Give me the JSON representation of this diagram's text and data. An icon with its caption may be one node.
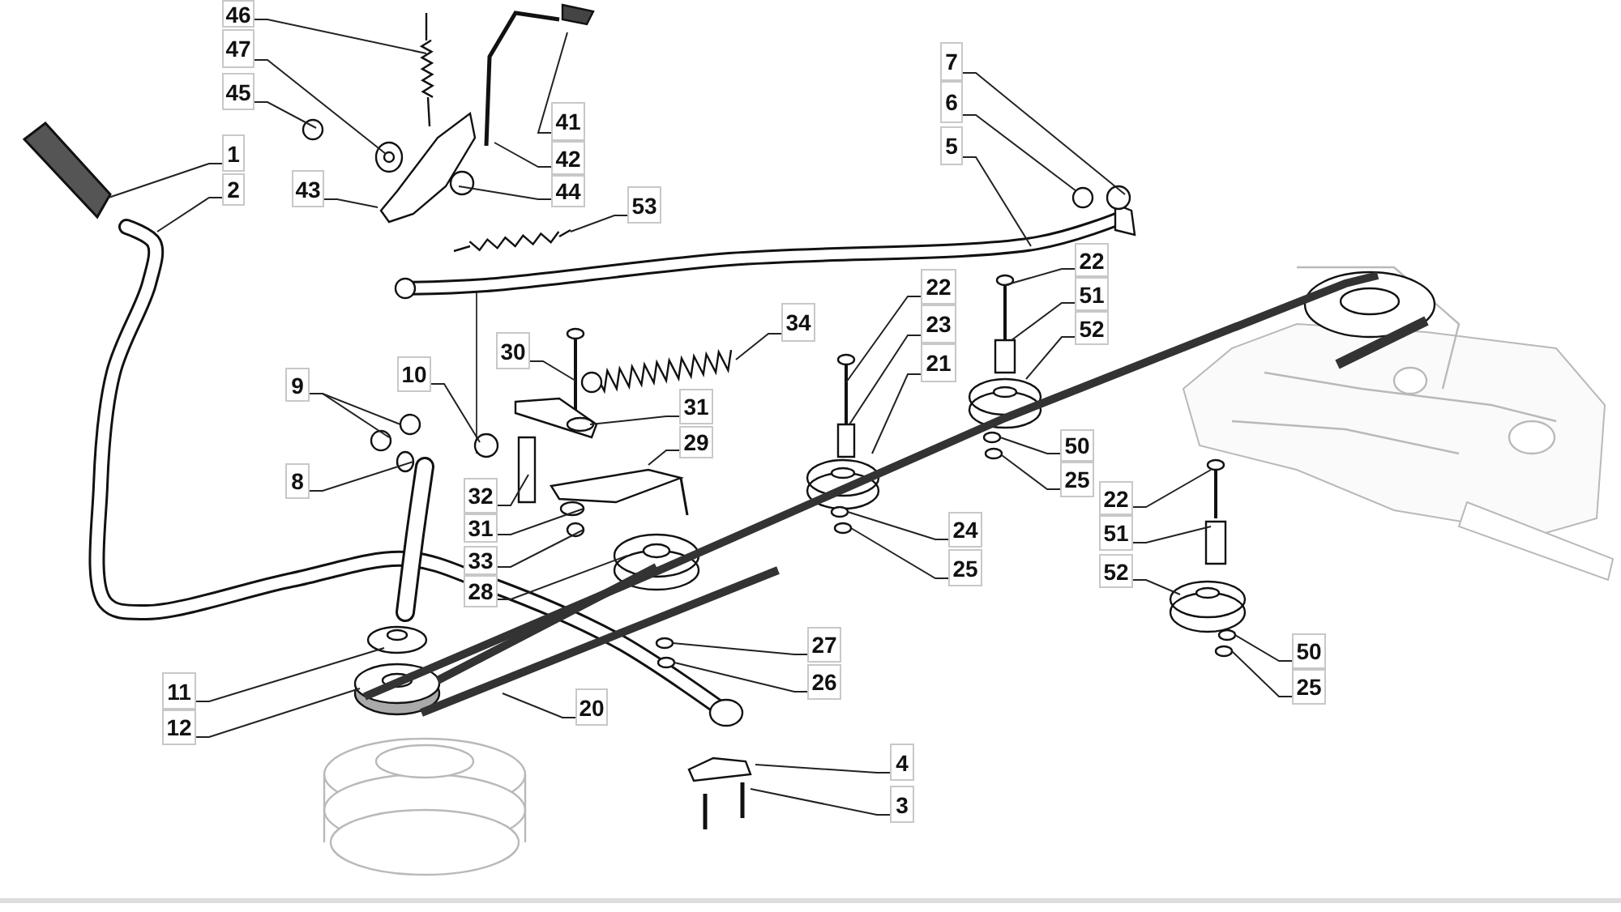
{
  "diagram": {
    "nodes": [
      {
        "text": [
          "46"
        ]
      },
      {
        "text": [
          "47"
        ]
      },
      {
        "text": [
          "7"
        ]
      },
      {
        "text": [
          "45"
        ]
      },
      {
        "text": [
          "41"
        ]
      },
      {
        "text": [
          "6"
        ]
      },
      {
        "text": [
          "1"
        ]
      },
      {
        "text": [
          "42"
        ]
      },
      {
        "text": [
          "5"
        ]
      },
      {
        "text": [
          "43"
        ]
      },
      {
        "text": [
          "44"
        ]
      },
      {
        "text": [
          "2"
        ]
      },
      {
        "text": [
          "53"
        ]
      },
      {
        "text": [
          "22"
        ]
      },
      {
        "text": [
          "51"
        ]
      },
      {
        "text": [
          "22"
        ]
      },
      {
        "text": [
          "34"
        ]
      },
      {
        "text": [
          "52"
        ]
      },
      {
        "text": [
          "30"
        ]
      },
      {
        "text": [
          "23"
        ]
      },
      {
        "text": [
          "21"
        ]
      },
      {
        "text": [
          "10"
        ]
      },
      {
        "text": [
          "9"
        ]
      },
      {
        "text": [
          "31"
        ]
      },
      {
        "text": [
          "29"
        ]
      },
      {
        "text": [
          "50"
        ]
      },
      {
        "text": [
          "8"
        ]
      },
      {
        "text": [
          "25"
        ]
      },
      {
        "text": [
          "32"
        ]
      },
      {
        "text": [
          "22"
        ]
      },
      {
        "text": [
          "24"
        ]
      },
      {
        "text": [
          "31"
        ]
      },
      {
        "text": [
          "51"
        ]
      },
      {
        "text": [
          "33"
        ]
      },
      {
        "text": [
          "25"
        ]
      },
      {
        "text": [
          "52"
        ]
      },
      {
        "text": [
          "28"
        ]
      },
      {
        "text": [
          "27"
        ]
      },
      {
        "text": [
          "50"
        ]
      },
      {
        "text": [
          "26"
        ]
      },
      {
        "text": [
          "11"
        ]
      },
      {
        "text": [
          "25"
        ]
      },
      {
        "text": [
          "20"
        ]
      },
      {
        "text": [
          "12"
        ]
      },
      {
        "text": [
          "4"
        ]
      },
      {
        "text": [
          "3"
        ]
      }
    ],
    "edges": [
      {
        "from": 0,
        "to": null,
        "arrow": "none"
      },
      {
        "from": 1,
        "to": null,
        "arrow": "none"
      },
      {
        "from": 2,
        "to": null,
        "arrow": "none"
      },
      {
        "from": 3,
        "to": null,
        "arrow": "none"
      },
      {
        "from": 4,
        "to": null,
        "arrow": "none"
      },
      {
        "from": 5,
        "to": null,
        "arrow": "none"
      },
      {
        "from": 6,
        "to": null,
        "arrow": "none"
      },
      {
        "from": 7,
        "to": null,
        "arrow": "none"
      },
      {
        "from": 8,
        "to": null,
        "arrow": "none"
      },
      {
        "from": 9,
        "to": null,
        "arrow": "none"
      },
      {
        "from": 10,
        "to": null,
        "arrow": "none"
      },
      {
        "from": 11,
        "to": null,
        "arrow": "none"
      },
      {
        "from": 12,
        "to": null,
        "arrow": "none"
      },
      {
        "from": 13,
        "to": null,
        "arrow": "none"
      },
      {
        "from": 14,
        "to": null,
        "arrow": "none"
      },
      {
        "from": 15,
        "to": null,
        "arrow": "none"
      },
      {
        "from": 16,
        "to": null,
        "arrow": "none"
      },
      {
        "from": 17,
        "to": null,
        "arrow": "none"
      },
      {
        "from": 18,
        "to": null,
        "arrow": "none"
      },
      {
        "from": 19,
        "to": null,
        "arrow": "none"
      },
      {
        "from": 20,
        "to": null,
        "arrow": "none"
      },
      {
        "from": 21,
        "to": null,
        "arrow": "none"
      },
      {
        "from": 22,
        "to": null,
        "arrow": "none"
      },
      {
        "from": 22,
        "to": null,
        "arrow": "none"
      },
      {
        "from": 23,
        "to": null,
        "arrow": "none"
      },
      {
        "from": 24,
        "to": null,
        "arrow": "none"
      },
      {
        "from": 25,
        "to": null,
        "arrow": "none"
      },
      {
        "from": 26,
        "to": null,
        "arrow": "none"
      },
      {
        "from": 27,
        "to": null,
        "arrow": "none"
      },
      {
        "from": 28,
        "to": null,
        "arrow": "none"
      },
      {
        "from": 29,
        "to": null,
        "arrow": "none"
      },
      {
        "from": 30,
        "to": null,
        "arrow": "none"
      },
      {
        "from": 31,
        "to": null,
        "arrow": "none"
      },
      {
        "from": 32,
        "to": null,
        "arrow": "none"
      },
      {
        "from": 33,
        "to": null,
        "arrow": "none"
      },
      {
        "from": 34,
        "to": null,
        "arrow": "none"
      },
      {
        "from": 35,
        "to": null,
        "arrow": "none"
      },
      {
        "from": 36,
        "to": null,
        "arrow": "none"
      },
      {
        "from": 37,
        "to": null,
        "arrow": "none"
      },
      {
        "from": 38,
        "to": null,
        "arrow": "none"
      },
      {
        "from": 39,
        "to": null,
        "arrow": "none"
      },
      {
        "from": 40,
        "to": null,
        "arrow": "none"
      },
      {
        "from": 41,
        "to": null,
        "arrow": "none"
      },
      {
        "from": 42,
        "to": null,
        "arrow": "none"
      },
      {
        "from": 43,
        "to": null,
        "arrow": "none"
      },
      {
        "from": 44,
        "to": null,
        "arrow": "none"
      },
      {
        "from": 45,
        "to": null,
        "arrow": "none"
      }
    ]
  }
}
